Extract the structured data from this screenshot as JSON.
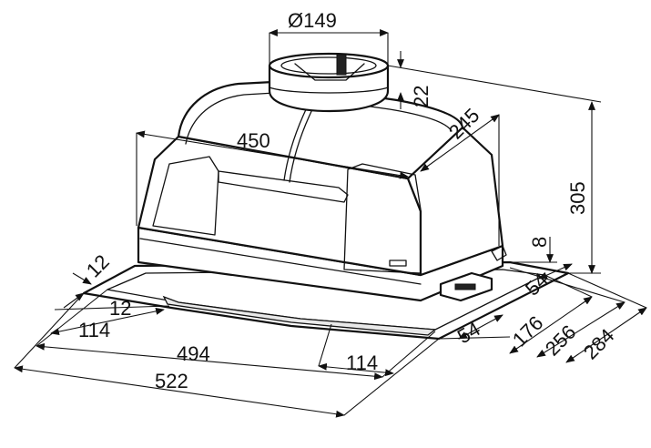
{
  "drawing": {
    "dimensions": {
      "outlet_diameter": "Ø149",
      "collar_height": "22",
      "body_width": "450",
      "body_depth": "245",
      "total_height": "305",
      "frame_thickness": "8",
      "front_depth_small": "54",
      "rear_offset": "54",
      "depth_176": "176",
      "depth_256": "256",
      "depth_284": "284",
      "left_inset_12a": "12",
      "left_inset_12b": "12",
      "left_114": "114",
      "width_494": "494",
      "width_522": "522",
      "right_114": "114"
    }
  }
}
